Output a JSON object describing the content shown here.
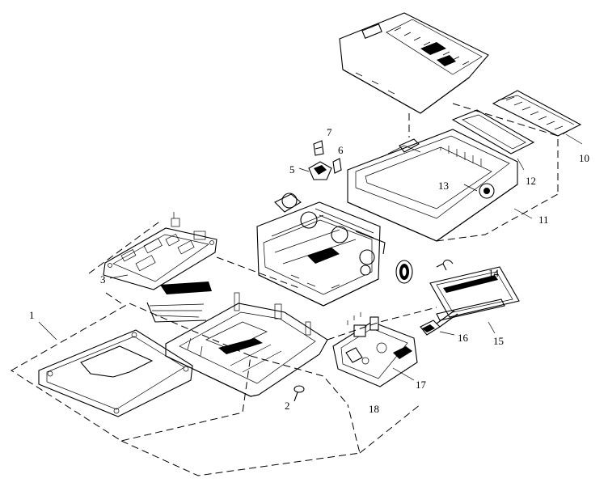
{
  "diagram": {
    "labels": {
      "p1": "1",
      "p2": "2",
      "p3": "3",
      "p5": "5",
      "p6": "6",
      "p7": "7",
      "p10": "10",
      "p11": "11",
      "p12": "12",
      "p13": "13",
      "p14": "14",
      "p15": "15",
      "p16": "16",
      "p17": "17",
      "p18": "18"
    },
    "colors": {
      "ink": "#000000",
      "paper": "#ffffff"
    }
  }
}
